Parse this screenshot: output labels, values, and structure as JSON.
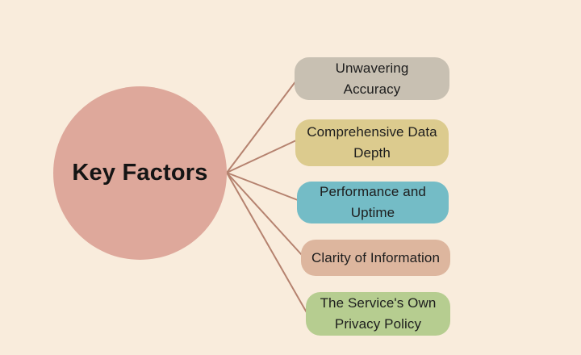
{
  "canvas": {
    "background": "#f9ecdc"
  },
  "connectors": {
    "color": "#b5826f"
  },
  "text": {
    "node_color": "#1d1d1d"
  },
  "center": {
    "label": "Key Factors",
    "fill": "#dea89b",
    "text_color": "#141414"
  },
  "nodes": [
    {
      "label": "Unwavering Accuracy",
      "lines": [
        "Unwavering",
        "Accuracy"
      ],
      "fill": "#c8c0b2"
    },
    {
      "label": "Comprehensive Data Depth",
      "lines": [
        "Comprehensive Data",
        "Depth"
      ],
      "fill": "#dccb8e"
    },
    {
      "label": "Performance and Uptime",
      "lines": [
        "Performance and",
        "Uptime"
      ],
      "fill": "#74bcc6"
    },
    {
      "label": "Clarity of Information",
      "lines": [
        "Clarity of Information"
      ],
      "fill": "#ddb69e"
    },
    {
      "label": "The Service's Own Privacy Policy",
      "lines": [
        "The Service's Own",
        "Privacy Policy"
      ],
      "fill": "#b6cd90"
    }
  ]
}
